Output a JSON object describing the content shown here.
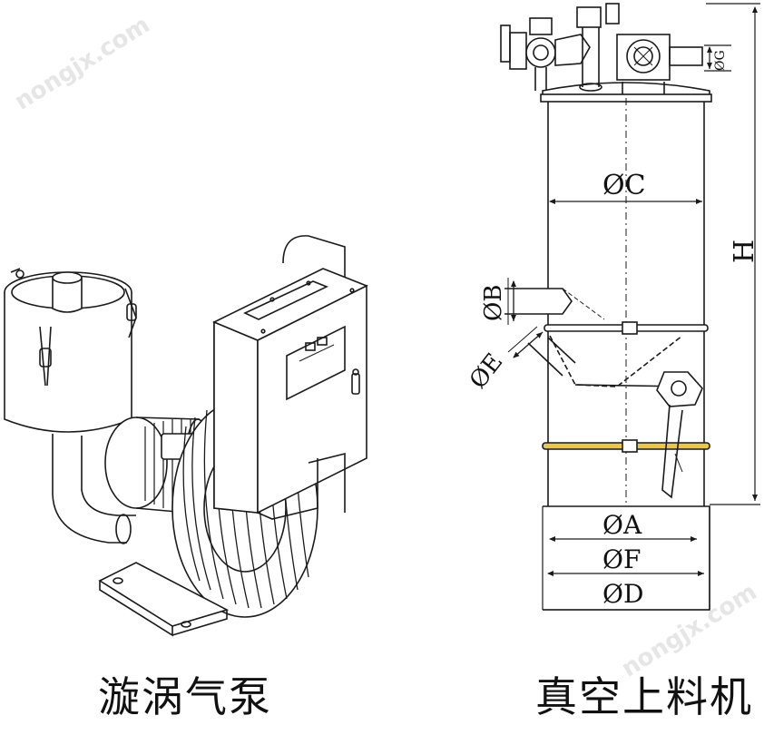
{
  "captions": {
    "vortex_pump": "漩涡气泵",
    "vacuum_loader": "真空上料机"
  },
  "dimensions": {
    "A": "ØA",
    "B": "ØB",
    "C": "ØC",
    "D": "ØD",
    "E": "ØE",
    "F": "ØF",
    "G": "ØG",
    "H": "H"
  },
  "watermark": "nongjx.com",
  "colors": {
    "line": "#1a1a1a",
    "band_highlight": "#e8c84a"
  }
}
